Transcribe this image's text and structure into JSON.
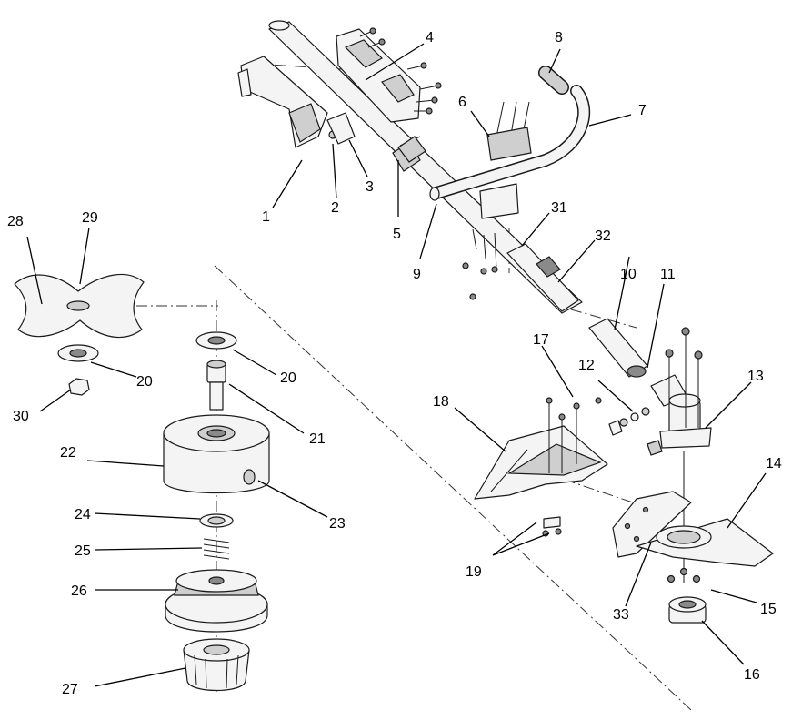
{
  "callouts": {
    "c1": "1",
    "c2": "2",
    "c3": "3",
    "c4": "4",
    "c5": "5",
    "c6": "6",
    "c7": "7",
    "c8": "8",
    "c9": "9",
    "c10": "10",
    "c11": "11",
    "c12": "12",
    "c13": "13",
    "c14": "14",
    "c15": "15",
    "c16": "16",
    "c17": "17",
    "c18": "18",
    "c19": "19",
    "c20a": "20",
    "c20b": "20",
    "c21": "21",
    "c22": "22",
    "c23": "23",
    "c24": "24",
    "c25": "25",
    "c26": "26",
    "c27": "27",
    "c28": "28",
    "c29": "29",
    "c30": "30",
    "c31": "31",
    "c32": "32",
    "c33": "33"
  }
}
